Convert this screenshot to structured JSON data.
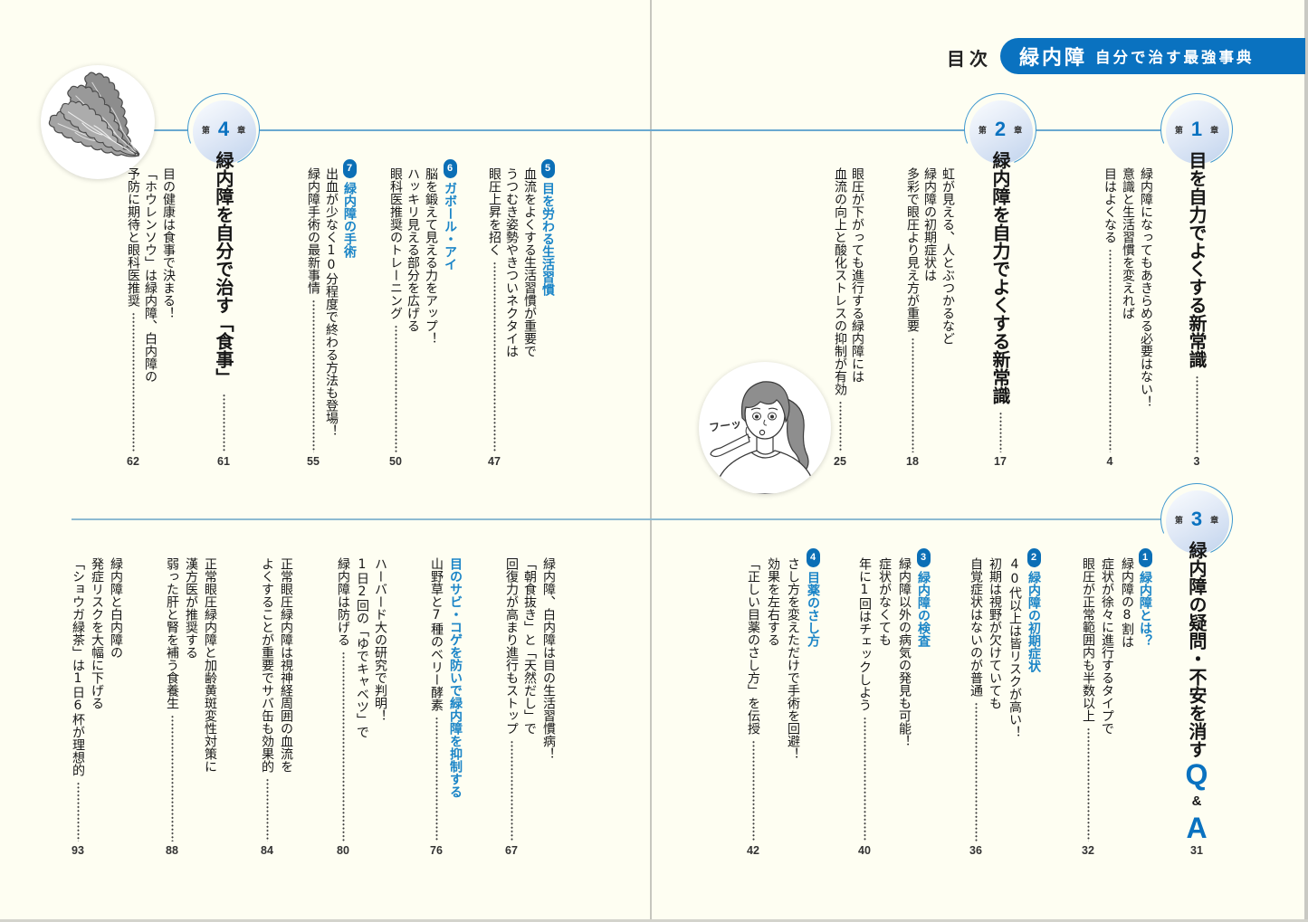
{
  "header": {
    "toc_label": "目次",
    "banner": {
      "title": "緑内障",
      "subtitle": "自分で治す最強事典"
    }
  },
  "chapters": [
    {
      "prefix": "第",
      "number": "1",
      "suffix": "章",
      "title": "目を自力でよくする新常識",
      "page": "3",
      "sections": [
        {
          "lines": [
            "緑内障になってもあきらめる必要はない！",
            "意識と生活習慣を変えれば",
            "目はよくなる"
          ],
          "page": "4"
        }
      ]
    },
    {
      "prefix": "第",
      "number": "2",
      "suffix": "章",
      "title": "緑内障を自力でよくする新常識",
      "page": "17",
      "sections": [
        {
          "lines": [
            "虹が見える、人とぶつかるなど",
            "緑内障の初期症状は",
            "多彩で眼圧より見え方が重要"
          ],
          "page": "18"
        },
        {
          "lines": [
            "眼圧が下がっても進行する緑内障には",
            "血流の向上と酸化ストレスの抑制が有効"
          ],
          "page": "25"
        }
      ]
    },
    {
      "prefix": "第",
      "number": "3",
      "suffix": "章",
      "title": "緑内障の疑問・不安を消す",
      "title_qa": {
        "q": "Q",
        "amp": "&",
        "a": "A"
      },
      "page": "31",
      "sections": [
        {
          "number": "1",
          "heading": "緑内障とは？",
          "lines": [
            "緑内障の8割は",
            "症状が徐々に進行するタイプで",
            "眼圧が正常範囲内も半数以上"
          ],
          "page": "32"
        },
        {
          "number": "2",
          "heading": "緑内障の初期症状",
          "lines": [
            "40代以上は皆リスクが高い！",
            "初期は視野が欠けていても",
            "自覚症状はないのが普通"
          ],
          "page": "36"
        },
        {
          "number": "3",
          "heading": "緑内障の検査",
          "lines": [
            "緑内障以外の病気の発見も可能！",
            "症状がなくても",
            "年に1回はチェックしよう"
          ],
          "page": "40"
        },
        {
          "number": "4",
          "heading": "目薬のさし方",
          "lines": [
            "さし方を変えただけで手術を回避！",
            "効果を左右する",
            "「正しい目薬のさし方」を伝授"
          ],
          "page": "42"
        },
        {
          "number": "5",
          "heading": "目を労わる生活習慣",
          "lines": [
            "血流をよくする生活習慣が重要で",
            "うつむき姿勢やきついネクタイは",
            "眼圧上昇を招く"
          ],
          "page": "47"
        },
        {
          "number": "6",
          "heading": "ガボール・アイ",
          "lines": [
            "脳を鍛えて見える力をアップ！",
            "ハッキリ見える部分を広げる",
            "眼科医推奨のトレーニング"
          ],
          "page": "50"
        },
        {
          "number": "7",
          "heading": "緑内障の手術",
          "lines": [
            "出血が少なく10分程度で終わる方法も登場！",
            "緑内障手術の最新事情"
          ],
          "page": "55"
        }
      ]
    },
    {
      "prefix": "第",
      "number": "4",
      "suffix": "章",
      "title": "緑内障を自分で治す「食事」",
      "page": "61",
      "sections": [
        {
          "lines": [
            "目の健康は食事で決まる！",
            "「ホウレンソウ」は緑内障、白内障の",
            "予防に期待と眼科医推奨"
          ],
          "page": "62"
        },
        {
          "lines": [
            "緑内障、白内障は目の生活習慣病！",
            "「朝食抜き」と「天然だし」で",
            "回復力が高まり進行もストップ"
          ],
          "page": "67"
        },
        {
          "heading": "目のサビ・コゲを防いで緑内障を抑制する",
          "lines": [
            "山野草と7種のベリー酵素"
          ],
          "page": "76"
        },
        {
          "lines": [
            "ハーバード大の研究で判明！",
            "1日2回の「ゆでキャベツ」で",
            "緑内障は防げる"
          ],
          "page": "80"
        },
        {
          "lines": [
            "正常眼圧緑内障は視神経周囲の血流を",
            "よくすることが重要でサバ缶も効果的"
          ],
          "page": "84"
        },
        {
          "lines": [
            "正常眼圧緑内障と加齢黄斑変性対策に",
            "漢方医が推奨する",
            "弱った肝と腎を補う食養生"
          ],
          "page": "88"
        },
        {
          "lines": [
            "緑内障と白内障の",
            "発症リスクを大幅に下げる",
            "「ショウガ緑茶」は1日6杯が理想的"
          ],
          "page": "93"
        }
      ]
    }
  ],
  "illustrations": {
    "lettuce_icon": "lettuce-illustration",
    "woman_icon": "woman-blowing-illustration",
    "woman_caption": "フーッ"
  },
  "colors": {
    "paper": "#fefef2",
    "accent_blue": "#0a72c0",
    "heading_blue": "#1b85c7",
    "rule_blue": "#6aa9d0",
    "badge_fill": "#c3d5ee",
    "text": "#161616"
  }
}
